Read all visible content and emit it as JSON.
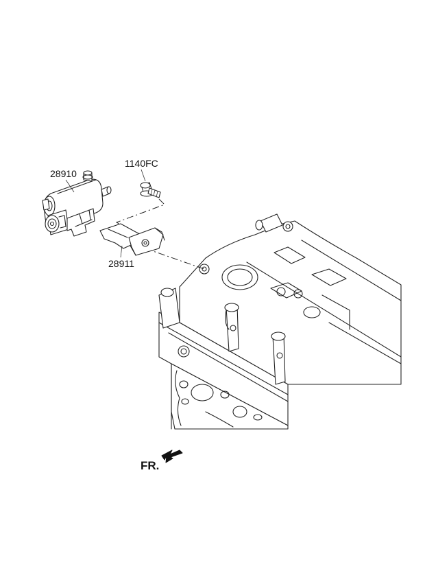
{
  "labels": {
    "valve": "28910",
    "bolt": "1140FC",
    "bracket": "28911"
  },
  "direction": {
    "text": "FR."
  },
  "colors": {
    "line": "#222222",
    "background": "#ffffff"
  }
}
